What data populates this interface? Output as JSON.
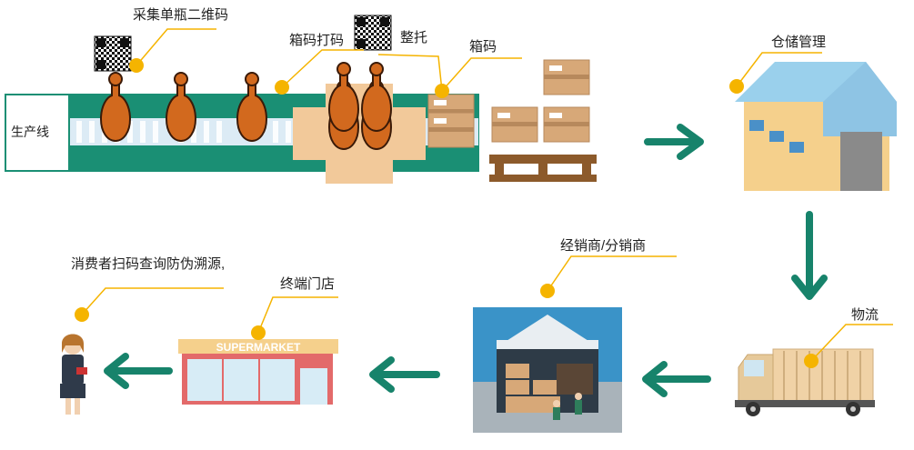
{
  "labels": {
    "collect_qr": "采集单瓶二维码",
    "box_code_print": "箱码打码",
    "palletize": "整托",
    "box_code": "箱码",
    "warehouse": "仓储管理",
    "production_line": "生产线",
    "logistics": "物流",
    "distributor": "经销商/分销商",
    "retail_store": "终端门店",
    "consumer": "消费者扫码查询防伪溯源,"
  },
  "supermarket_sign": "SUPERMARKET",
  "colors": {
    "accent_yellow": "#f5b400",
    "flow_green": "#17836b",
    "conveyor_green": "#1a8f74",
    "bottle_orange": "#d2691e",
    "box_tan": "#d7a878"
  }
}
